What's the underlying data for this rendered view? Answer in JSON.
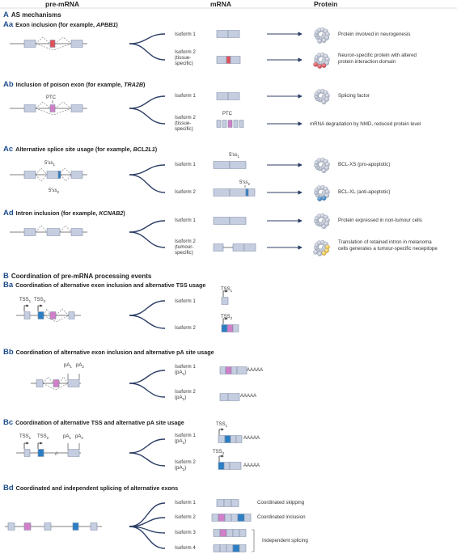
{
  "headers": {
    "col1": "pre-mRNA",
    "col2": "mRNA",
    "col3": "Protein"
  },
  "sectionA": {
    "letter": "A",
    "title": "AS mechanisms"
  },
  "Aa": {
    "letter": "Aa",
    "title": "Exon inclusion (for example, ",
    "gene": "APBB1",
    "close": ")",
    "iso1": "Isoform 1",
    "iso2": "Isoform 2",
    "iso2b": "(tissue-",
    "iso2c": "specific)",
    "prot1": "Protein involved in neurogenesis",
    "prot2a": "Neuron-specific protein with altered",
    "prot2b": "protein interaction domain"
  },
  "Ab": {
    "letter": "Ab",
    "title": "Inclusion of poison exon (for example, ",
    "gene": "TRA2B",
    "close": ")",
    "ptc": "PTC",
    "iso1": "Isoform 1",
    "iso2": "Isoform 2",
    "iso2b": "(tissue-",
    "iso2c": "specific)",
    "prot1": "Splicing factor",
    "prot2": "mRNA degradation by NMD, reduced protein level"
  },
  "Ac": {
    "letter": "Ac",
    "title": "Alternative splice site usage (for example, ",
    "gene": "BCL2L1",
    "close": ")",
    "ss1": "5′ss",
    "ss1sub": "1",
    "ss2": "5′ss",
    "ss2sub": "2",
    "iso1": "Isoform 1",
    "iso2": "Isoform 2",
    "prot1": "BCL-XS (pro-apoptotic)",
    "prot2": "BCL-XL (anti-apoptotic)"
  },
  "Ad": {
    "letter": "Ad",
    "title": "Intron inclusion (for example, ",
    "gene": "KCNAB2",
    "close": ")",
    "iso1": "Isoform 1",
    "iso2": "Isoform 2",
    "iso2b": "(tumour-",
    "iso2c": "specific)",
    "prot1": "Protein expressed in non-tumour cells",
    "prot2a": "Translation of retained intron in melanoma",
    "prot2b": "cells generates a tumour-specific neoepitope"
  },
  "sectionB": {
    "letter": "B",
    "title": "Coordination of pre-mRNA processing events"
  },
  "Ba": {
    "letter": "Ba",
    "title": "Coordination of alternative exon inclusion and alternative TSS usage",
    "tss1": "TSS",
    "tss1sub": "1",
    "tss2": "TSS",
    "tss2sub": "2",
    "iso1": "Isoform 1",
    "iso2": "Isoform 2"
  },
  "Bb": {
    "letter": "Bb",
    "title": "Coordination of alternative exon inclusion and alternative pA site usage",
    "pa1": "pA",
    "pa1sub": "1",
    "pa2": "pA",
    "pa2sub": "2",
    "iso1": "Isoform 1",
    "iso1b": "(pA",
    "iso1sub": "1",
    "iso1c": ")",
    "iso2": "Isoform 2",
    "iso2b": "(pA",
    "iso2sub": "2",
    "iso2c": ")",
    "polyA": "AAAAA"
  },
  "Bc": {
    "letter": "Bc",
    "title": "Coordination of alternative TSS and alternative pA site usage",
    "tss1": "TSS",
    "tss1sub": "1",
    "tss2": "TSS",
    "tss2sub": "2",
    "pa1": "pA",
    "pa1sub": "1",
    "pa2": "pA",
    "pa2sub": "2",
    "iso1": "Isoform 1",
    "iso1b": "(pA",
    "iso1sub": "1",
    "iso1c": ")",
    "iso2": "Isoform 2",
    "iso2b": "(pA",
    "iso2sub": "2",
    "iso2c": ")",
    "polyA": "AAAAA"
  },
  "Bd": {
    "letter": "Bd",
    "title": "Coordinated and independent splicing of alternative exons",
    "iso1": "Isoform 1",
    "iso2": "Isoform 2",
    "iso3": "Isoform 3",
    "iso4": "Isoform 4",
    "lab1": "Coordinated skipping",
    "lab2": "Coordinated inclusion",
    "lab3": "Independent splicing"
  },
  "colors": {
    "exon": "#c5cee0",
    "exonStroke": "#7f8aa3",
    "red": "#e0505a",
    "pink": "#d07fc8",
    "blue": "#2b7ec4",
    "arrow": "#2c3e66",
    "bead": "#b9c0d0",
    "yellow": "#f2c230"
  }
}
